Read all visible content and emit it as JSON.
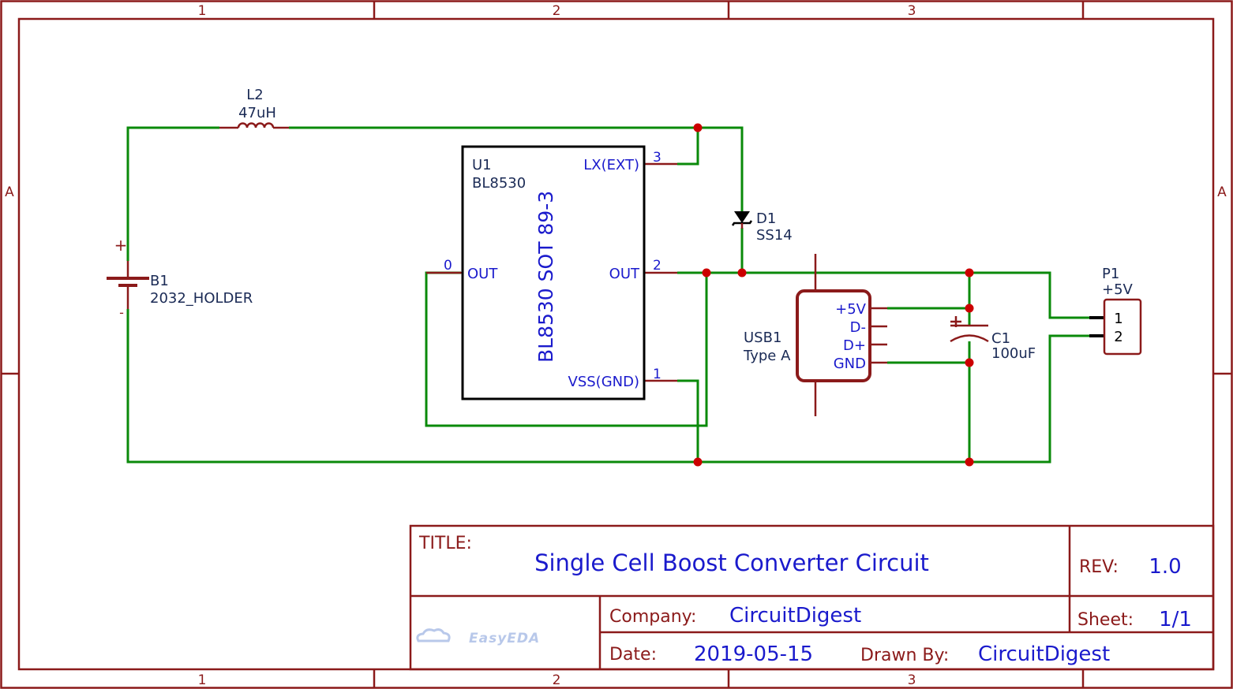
{
  "frame": {
    "columns": [
      "1",
      "2",
      "3"
    ],
    "rows": [
      "A"
    ]
  },
  "components": {
    "inductor": {
      "ref": "L2",
      "value": "47uH"
    },
    "battery": {
      "ref": "B1",
      "value": "2032_HOLDER",
      "plus": "+",
      "minus": "-"
    },
    "ic": {
      "ref": "U1",
      "part": "BL8530",
      "package_label": "BL8530 SOT 89-3",
      "pins": {
        "lx": {
          "name": "LX(EXT)",
          "num": "3"
        },
        "out_left": {
          "name": "OUT",
          "num": "0"
        },
        "out_right": {
          "name": "OUT",
          "num": "2"
        },
        "vss": {
          "name": "VSS(GND)",
          "num": "1"
        }
      }
    },
    "diode": {
      "ref": "D1",
      "value": "SS14"
    },
    "usb": {
      "ref": "USB1",
      "value": "Type A",
      "pins": [
        "+5V",
        "D-",
        "D+",
        "GND"
      ]
    },
    "capacitor": {
      "ref": "C1",
      "value": "100uF"
    },
    "connector": {
      "ref": "P1",
      "value": "+5V",
      "pins": [
        "1",
        "2"
      ]
    }
  },
  "title_block": {
    "title_label": "TITLE:",
    "title": "Single Cell Boost Converter Circuit",
    "rev_label": "REV:",
    "rev": "1.0",
    "logo": "EasyEDA",
    "company_label": "Company:",
    "company": "CircuitDigest",
    "sheet_label": "Sheet:",
    "sheet": "1/1",
    "date_label": "Date:",
    "date": "2019-05-15",
    "drawn_label": "Drawn By:",
    "drawn_by": "CircuitDigest"
  },
  "colors": {
    "frame": "#8b1a1a",
    "wire": "#0a8a0a",
    "junction": "#cc0000",
    "text": "#1a1acc"
  }
}
